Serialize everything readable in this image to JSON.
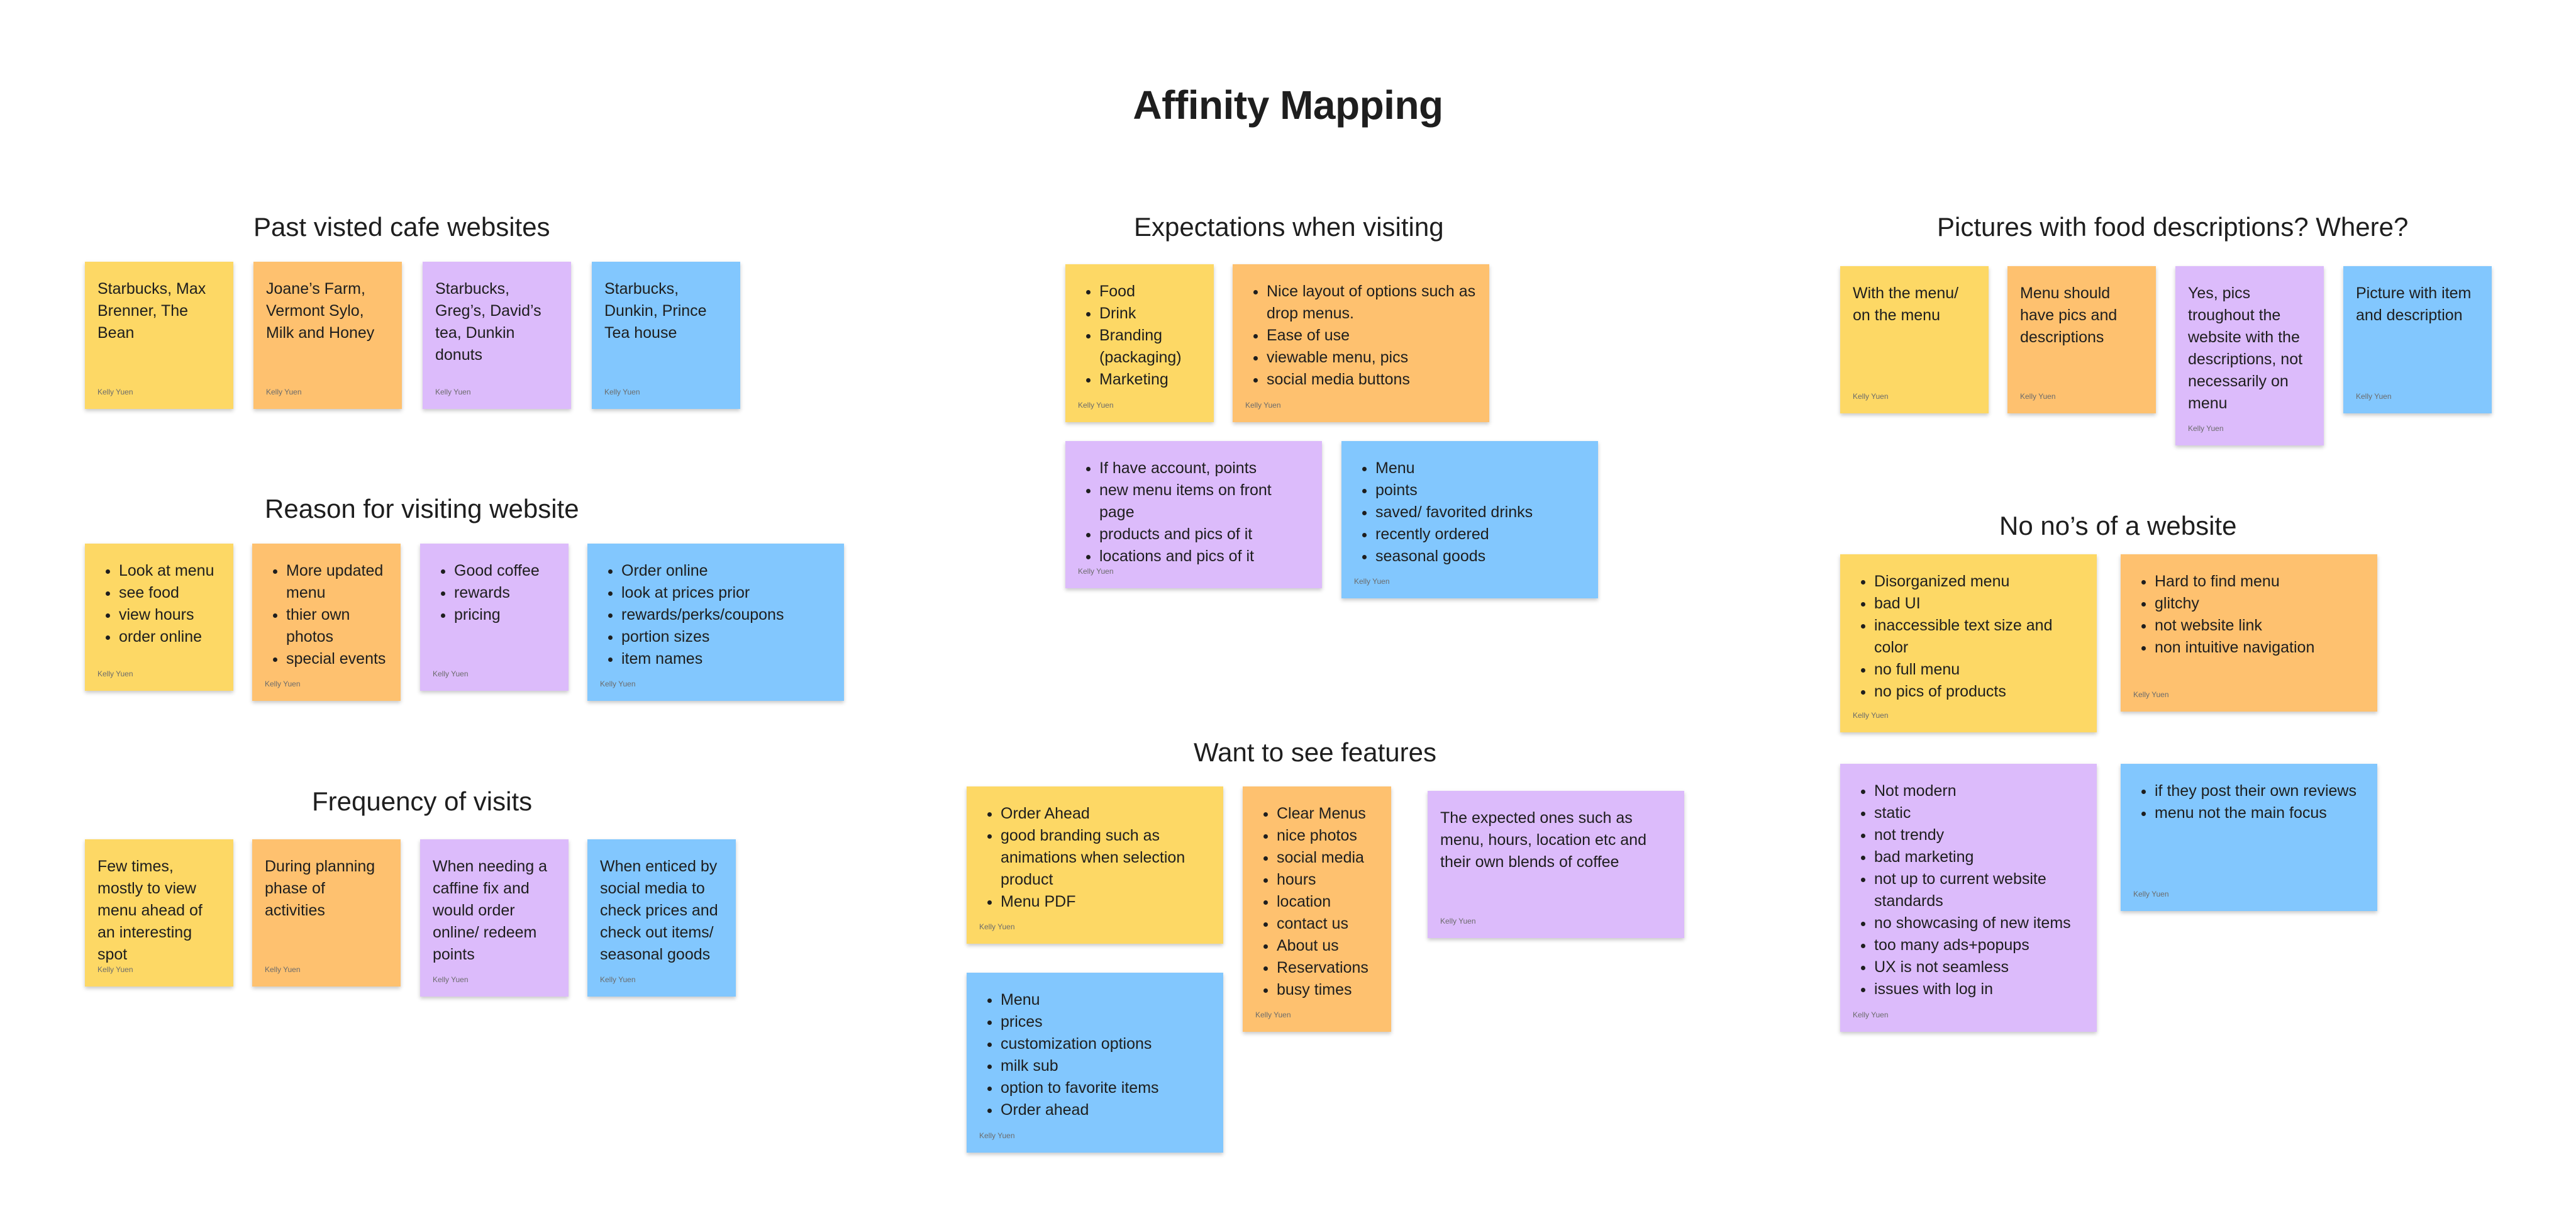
{
  "board": {
    "title": "Affinity Mapping",
    "author": "Kelly Yuen",
    "colors": {
      "yellow": "#fdd865",
      "orange": "#fec16f",
      "purple": "#dcbbfb",
      "blue": "#82c7fe"
    }
  },
  "sections": {
    "past": {
      "title": "Past visted cafe websites",
      "notes": [
        {
          "text": "Starbucks, Max Brenner, The Bean"
        },
        {
          "text": "Joane’s Farm, Vermont Sylo, Milk and Honey"
        },
        {
          "text": "Starbucks, Greg’s, David’s tea, Dunkin donuts"
        },
        {
          "text": "Starbucks, Dunkin, Prince Tea house"
        }
      ]
    },
    "reason": {
      "title": "Reason for visiting website",
      "notes": [
        {
          "items": [
            "Look at menu",
            "see food",
            "view hours",
            "order online"
          ]
        },
        {
          "items": [
            "More updated menu",
            "thier own photos",
            "special events"
          ]
        },
        {
          "items": [
            "Good coffee",
            "rewards",
            "pricing"
          ]
        },
        {
          "items": [
            "Order online",
            "look at prices prior",
            "rewards/perks/coupons",
            "portion sizes",
            "item names"
          ]
        }
      ]
    },
    "frequency": {
      "title": "Frequency of visits",
      "notes": [
        {
          "text": "Few times, mostly to view menu ahead of an interesting spot"
        },
        {
          "text": "During planning phase of activities"
        },
        {
          "text": "When needing a caffine fix and would order online/ redeem points"
        },
        {
          "text": "When enticed by social media to check prices and check out items/ seasonal goods"
        }
      ]
    },
    "expectations": {
      "title": "Expectations when visiting",
      "notes": [
        {
          "items": [
            "Food",
            "Drink",
            "Branding (packaging)",
            "Marketing"
          ]
        },
        {
          "items": [
            "Nice layout of options such as drop menus.",
            "Ease of use",
            "viewable menu, pics",
            "social media buttons"
          ]
        },
        {
          "items": [
            "If have account, points",
            "new menu items on front page",
            "products and pics of it",
            "locations and pics of it"
          ]
        },
        {
          "items": [
            "Menu",
            "points",
            "saved/ favorited drinks",
            "recently ordered",
            "seasonal goods"
          ]
        }
      ]
    },
    "features": {
      "title": "Want to see features",
      "notes": [
        {
          "items": [
            "Order Ahead",
            "good branding such as animations when selection product",
            "Menu PDF"
          ]
        },
        {
          "items": [
            "Clear Menus",
            "nice photos",
            "social media",
            "hours",
            "location",
            "contact us",
            "About us",
            "Reservations",
            "busy times"
          ]
        },
        {
          "text": "The expected ones such as menu, hours, location etc and their own blends of coffee"
        },
        {
          "items": [
            "Menu",
            "prices",
            "customization options",
            "milk sub",
            "option to favorite items",
            "Order ahead"
          ]
        }
      ]
    },
    "pictures": {
      "title": "Pictures with food descriptions? Where?",
      "notes": [
        {
          "text": "With the menu/ on the menu"
        },
        {
          "text": "Menu should have pics and descriptions"
        },
        {
          "text": "Yes, pics troughout the website with the descriptions, not necessarily on menu"
        },
        {
          "text": "Picture with item and description"
        }
      ]
    },
    "nonos": {
      "title": "No no’s of a website",
      "notes": [
        {
          "items": [
            "Disorganized menu",
            "bad UI",
            "inaccessible text size and color",
            "no full menu",
            "no pics of products"
          ]
        },
        {
          "items": [
            "Hard to find menu",
            "glitchy",
            "not website link",
            "non intuitive navigation"
          ]
        },
        {
          "items": [
            "Not modern",
            "static",
            "not trendy",
            "bad marketing",
            "not up to current website standards",
            "no showcasing of new items",
            "too many ads+popups",
            "UX is not seamless",
            "issues with log in"
          ]
        },
        {
          "items": [
            "if they post their own reviews",
            "menu not the main focus"
          ]
        }
      ]
    }
  }
}
